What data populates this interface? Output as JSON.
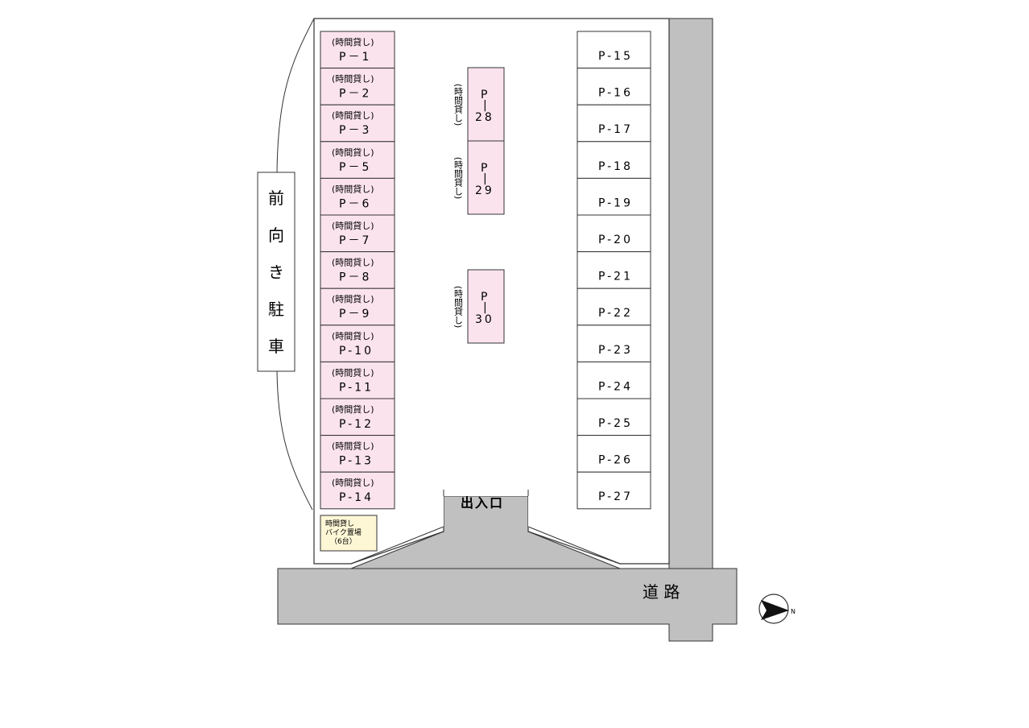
{
  "colors": {
    "road": "#c0c0c0",
    "hourly_fill": "#fbe3ee",
    "regular_fill": "#ffffff",
    "bike_fill": "#fdf7d6",
    "line": "#333333"
  },
  "left_column": [
    {
      "tag": "(時間貸し)",
      "id": "P－1"
    },
    {
      "tag": "(時間貸し)",
      "id": "P－2"
    },
    {
      "tag": "(時間貸し)",
      "id": "P－3"
    },
    {
      "tag": "(時間貸し)",
      "id": "P－5"
    },
    {
      "tag": "(時間貸し)",
      "id": "P－6"
    },
    {
      "tag": "(時間貸し)",
      "id": "P－7"
    },
    {
      "tag": "(時間貸し)",
      "id": "P－8"
    },
    {
      "tag": "(時間貸し)",
      "id": "P－9"
    },
    {
      "tag": "(時間貸し)",
      "id": "P-10"
    },
    {
      "tag": "(時間貸し)",
      "id": "P-11"
    },
    {
      "tag": "(時間貸し)",
      "id": "P-12"
    },
    {
      "tag": "(時間貸し)",
      "id": "P-13"
    },
    {
      "tag": "(時間貸し)",
      "id": "P-14"
    }
  ],
  "right_column": [
    "P-15",
    "P-16",
    "P-17",
    "P-18",
    "P-19",
    "P-20",
    "P-21",
    "P-22",
    "P-23",
    "P-24",
    "P-25",
    "P-26",
    "P-27"
  ],
  "center_slots": [
    {
      "tag": "(時間貸し)",
      "line1": "P",
      "line2": "|",
      "line3": "28"
    },
    {
      "tag": "(時間貸し)",
      "line1": "P",
      "line2": "|",
      "line3": "29"
    },
    {
      "tag": "(時間貸し)",
      "line1": "P",
      "line2": "|",
      "line3": "30"
    }
  ],
  "front_parking": [
    "前",
    "向",
    "き",
    "駐",
    "車"
  ],
  "bike_parking": {
    "line1": "時間貸し",
    "line2": "バイク置場",
    "line3": "（6台）"
  },
  "entrance": "出入口",
  "road": "道 路",
  "compass": {
    "icon": "north-arrow-icon",
    "letter": "N"
  }
}
